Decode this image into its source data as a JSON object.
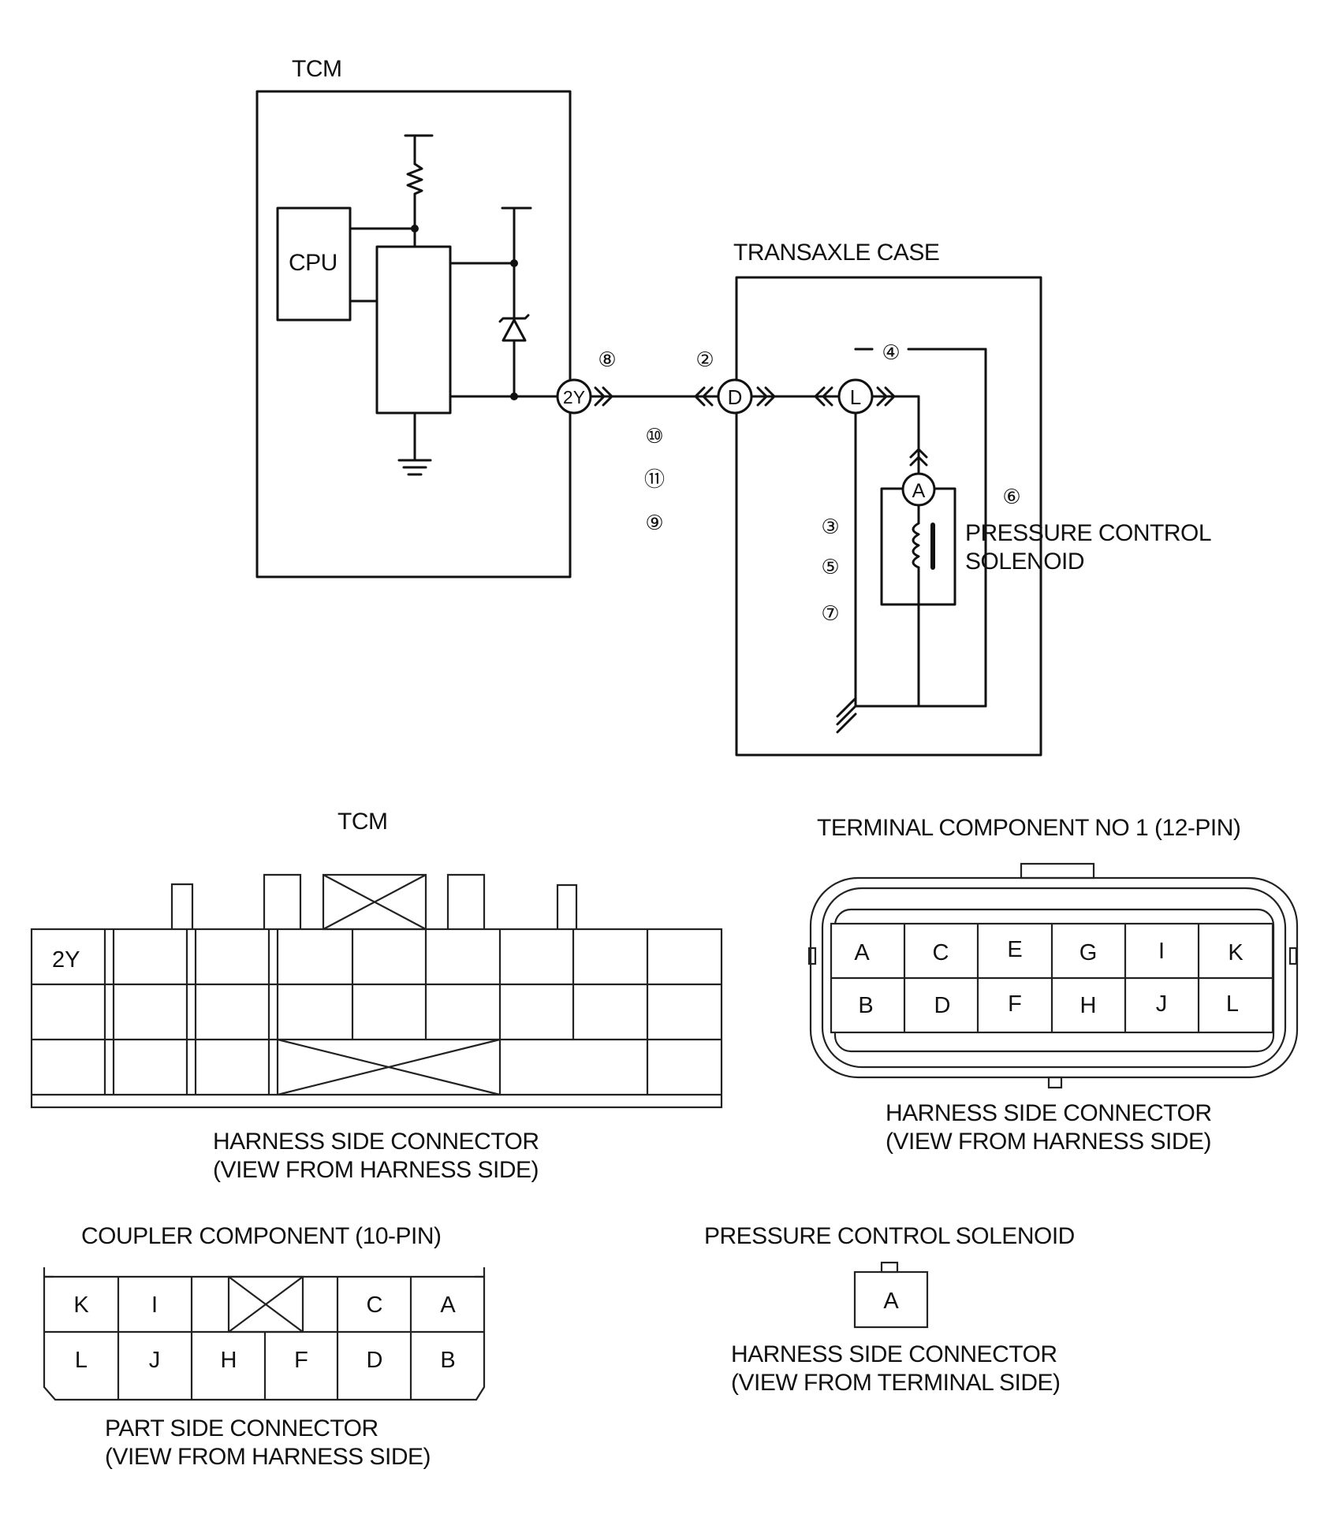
{
  "schematic": {
    "tcm_title": "TCM",
    "cpu_label": "CPU",
    "transaxle_title": "TRANSAXLE CASE",
    "solenoid_label_line1": "PRESSURE CONTROL",
    "solenoid_label_line2": "SOLENOID",
    "node_2y": "2Y",
    "node_d": "D",
    "node_l": "L",
    "node_a": "A",
    "step_labels": [
      "⑧",
      "②",
      "④",
      "⑩",
      "⑪",
      "⑨",
      "⑥",
      "③",
      "⑤",
      "⑦"
    ]
  },
  "tcm_connector": {
    "title": "TCM",
    "terminal_2y": "2Y",
    "caption_line1": "HARNESS SIDE CONNECTOR",
    "caption_line2": "(VIEW FROM HARNESS SIDE)"
  },
  "terminal_component": {
    "title": "TERMINAL COMPONENT NO 1 (12-PIN)",
    "row_top": [
      "A",
      "C",
      "E",
      "G",
      "I",
      "K"
    ],
    "row_bottom": [
      "B",
      "D",
      "F",
      "H",
      "J",
      "L"
    ],
    "caption_line1": "HARNESS SIDE CONNECTOR",
    "caption_line2": "(VIEW FROM HARNESS SIDE)"
  },
  "coupler_component": {
    "title": "COUPLER COMPONENT (10-PIN)",
    "row_top": [
      "K",
      "I",
      "",
      "C",
      "A"
    ],
    "row_bottom": [
      "L",
      "J",
      "H",
      "F",
      "D",
      "B"
    ],
    "caption_line1": "PART SIDE CONNECTOR",
    "caption_line2": "(VIEW FROM HARNESS SIDE)"
  },
  "solenoid_connector": {
    "title": "PRESSURE CONTROL SOLENOID",
    "pin": "A",
    "caption_line1": "HARNESS SIDE CONNECTOR",
    "caption_line2": "(VIEW FROM TERMINAL SIDE)"
  }
}
